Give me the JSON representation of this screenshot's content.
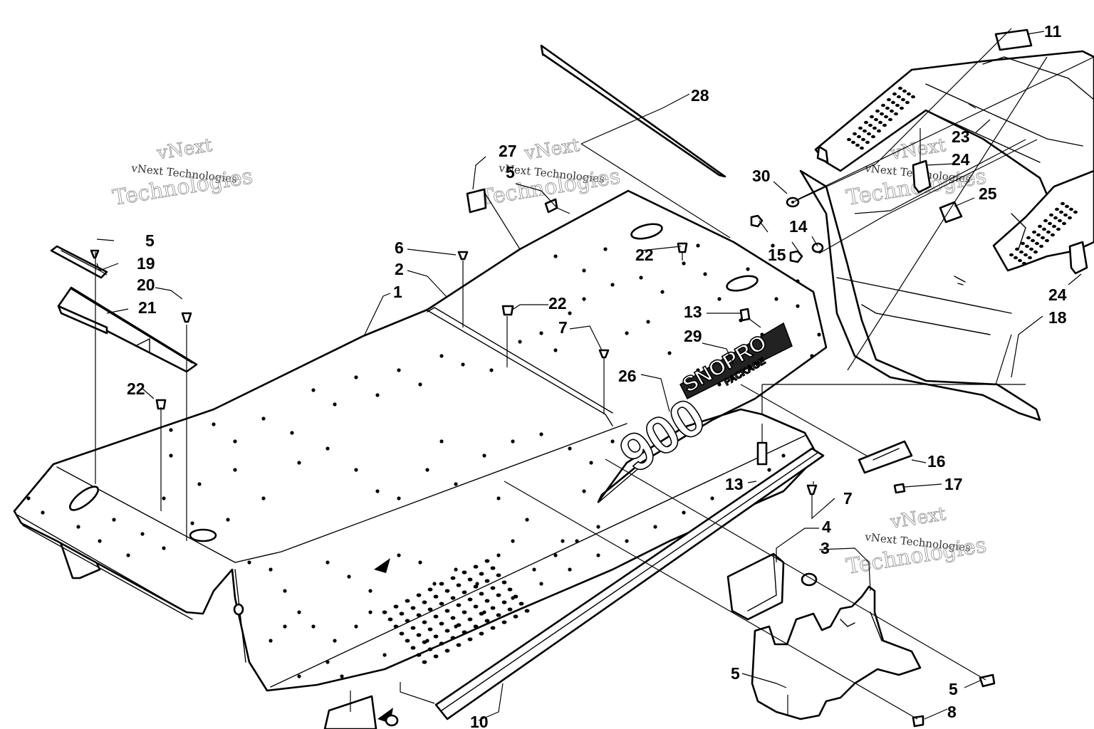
{
  "watermark": {
    "line1": "vNext Technologies",
    "line2": "vNext",
    "line3": "Technologies"
  },
  "decals": {
    "model_number": "900",
    "brand_text": "SNOPRO",
    "sub_text": "PACKAGE"
  },
  "callouts": [
    {
      "id": "c-11",
      "label": "11"
    },
    {
      "id": "c-28",
      "label": "28"
    },
    {
      "id": "c-27",
      "label": "27"
    },
    {
      "id": "c-5a",
      "label": "5"
    },
    {
      "id": "c-30",
      "label": "30"
    },
    {
      "id": "c-23",
      "label": "23"
    },
    {
      "id": "c-24a",
      "label": "24"
    },
    {
      "id": "c-25",
      "label": "25"
    },
    {
      "id": "c-15",
      "label": "15"
    },
    {
      "id": "c-14",
      "label": "14"
    },
    {
      "id": "c-5b",
      "label": "5"
    },
    {
      "id": "c-19",
      "label": "19"
    },
    {
      "id": "c-20",
      "label": "20"
    },
    {
      "id": "c-21",
      "label": "21"
    },
    {
      "id": "c-6",
      "label": "6"
    },
    {
      "id": "c-2",
      "label": "2"
    },
    {
      "id": "c-1",
      "label": "1"
    },
    {
      "id": "c-22a",
      "label": "22"
    },
    {
      "id": "c-22b",
      "label": "22"
    },
    {
      "id": "c-13a",
      "label": "13"
    },
    {
      "id": "c-7a",
      "label": "7"
    },
    {
      "id": "c-29",
      "label": "29"
    },
    {
      "id": "c-24b",
      "label": "24"
    },
    {
      "id": "c-18",
      "label": "18"
    },
    {
      "id": "c-22c",
      "label": "22"
    },
    {
      "id": "c-26",
      "label": "26"
    },
    {
      "id": "c-16",
      "label": "16"
    },
    {
      "id": "c-13b",
      "label": "13"
    },
    {
      "id": "c-17",
      "label": "17"
    },
    {
      "id": "c-7b",
      "label": "7"
    },
    {
      "id": "c-4",
      "label": "4"
    },
    {
      "id": "c-3",
      "label": "3"
    },
    {
      "id": "c-5c",
      "label": "5"
    },
    {
      "id": "c-5d",
      "label": "5"
    },
    {
      "id": "c-8",
      "label": "8"
    },
    {
      "id": "c-10",
      "label": "10"
    }
  ]
}
